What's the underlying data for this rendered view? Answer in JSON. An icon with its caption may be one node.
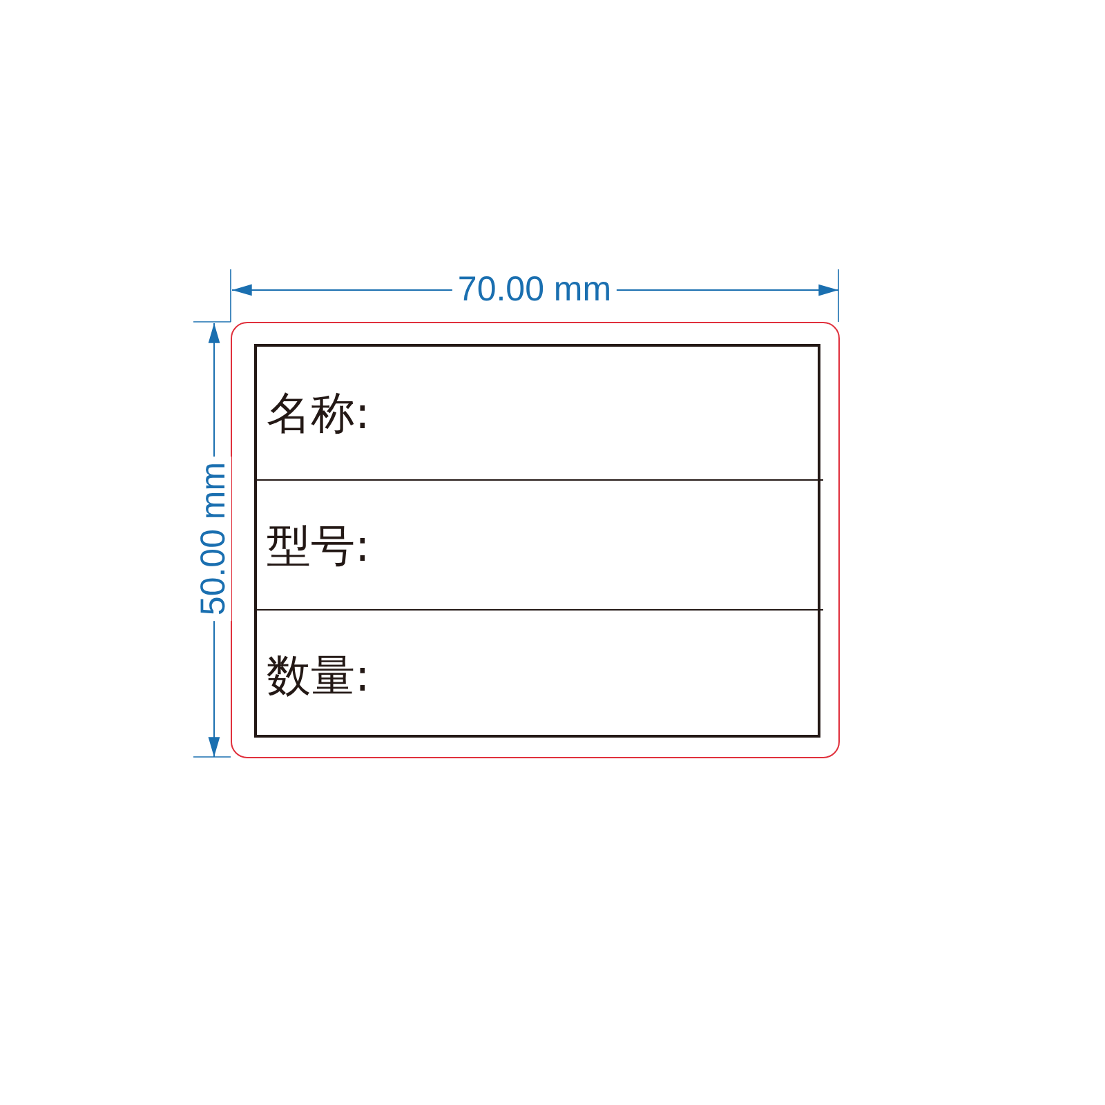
{
  "diagram": {
    "nodes": [
      {
        "text": [],
        "shape": "box"
      },
      {
        "text": [],
        "shape": "box",
        "in": 0
      },
      {
        "text": [
          "名称:"
        ],
        "in": 1
      },
      {
        "text": [
          "型号:"
        ],
        "in": 1
      },
      {
        "text": [
          "数量:"
        ],
        "in": 1
      }
    ],
    "labels": [
      "70.00 mm",
      "50.00 mm"
    ]
  }
}
